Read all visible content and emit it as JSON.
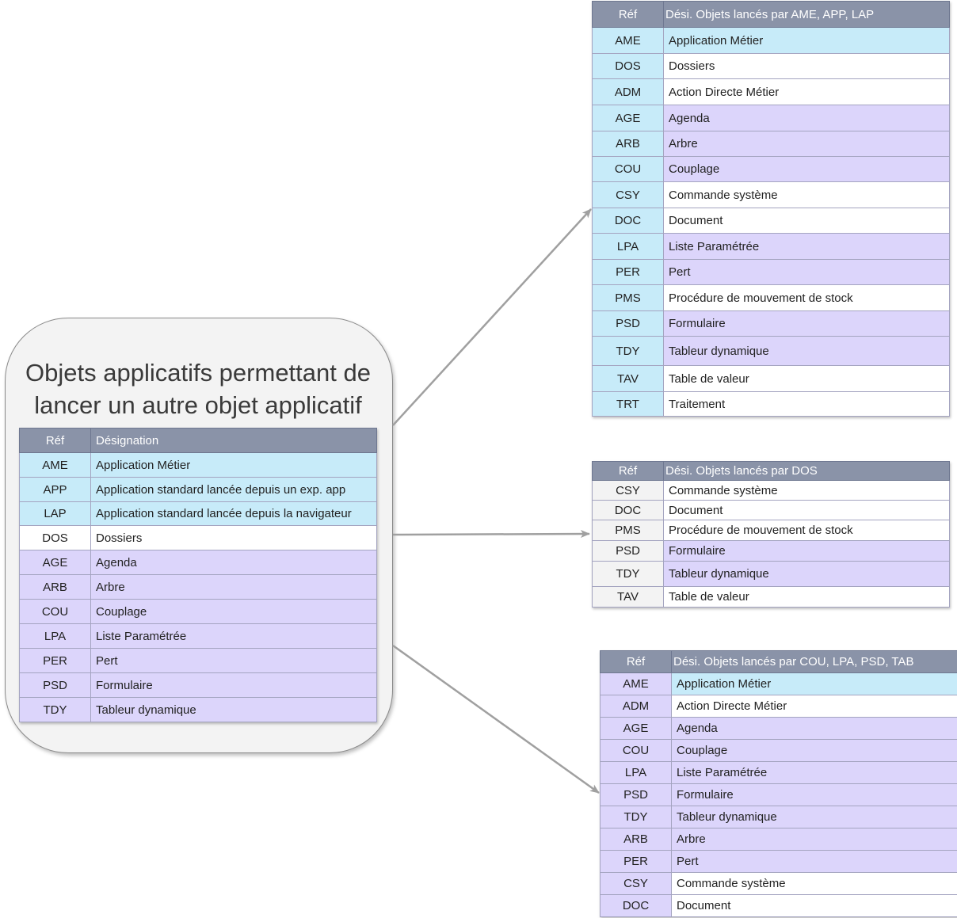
{
  "colors": {
    "header": "#8a93a8",
    "blue": "#c7ebf9",
    "lavender": "#dcd5fb",
    "white": "#ffffff",
    "gray": "#f3f3f3",
    "arrow": "#a0a0a0"
  },
  "main": {
    "title": "Objets applicatifs permettant de\nlancer un autre objet applicatif",
    "header": {
      "ref": "Réf",
      "designation": "Désignation"
    },
    "rows": [
      {
        "ref": "AME",
        "label": "Application Métier",
        "color": "blue"
      },
      {
        "ref": "APP",
        "label": "Application standard lancée depuis un exp. app",
        "color": "blue"
      },
      {
        "ref": "LAP",
        "label": " Application standard lancée depuis la navigateur",
        "color": "blue"
      },
      {
        "ref": "DOS",
        "label": "Dossiers",
        "color": "white"
      },
      {
        "ref": "AGE",
        "label": "Agenda",
        "color": "lav"
      },
      {
        "ref": "ARB",
        "label": "Arbre",
        "color": "lav"
      },
      {
        "ref": "COU",
        "label": "Couplage",
        "color": "lav"
      },
      {
        "ref": "LPA",
        "label": "Liste Paramétrée",
        "color": "lav"
      },
      {
        "ref": "PER",
        "label": "Pert",
        "color": "lav"
      },
      {
        "ref": "PSD",
        "label": "Formulaire",
        "color": "lav"
      },
      {
        "ref": "TDY",
        "label": "Tableur dynamique",
        "color": "lav"
      }
    ]
  },
  "table_ame": {
    "header": {
      "ref": "Réf",
      "designation": "Dési. Objets lancés par AME, APP, LAP"
    },
    "rows": [
      {
        "ref": "AME",
        "label": "Application Métier",
        "color": "blue",
        "ref_color": "blue"
      },
      {
        "ref": "DOS",
        "label": "Dossiers",
        "color": "white",
        "ref_color": "blue"
      },
      {
        "ref": "ADM",
        "label": "Action Directe Métier",
        "color": "white",
        "ref_color": "blue"
      },
      {
        "ref": "AGE",
        "label": "Agenda",
        "color": "lav",
        "ref_color": "blue"
      },
      {
        "ref": "ARB",
        "label": "Arbre",
        "color": "lav",
        "ref_color": "blue"
      },
      {
        "ref": "COU",
        "label": "Couplage",
        "color": "lav",
        "ref_color": "blue"
      },
      {
        "ref": "CSY",
        "label": "Commande système",
        "color": "white",
        "ref_color": "blue"
      },
      {
        "ref": "DOC",
        "label": "Document",
        "color": "white",
        "ref_color": "blue"
      },
      {
        "ref": "LPA",
        "label": "Liste Paramétrée",
        "color": "lav",
        "ref_color": "blue"
      },
      {
        "ref": "PER",
        "label": "Pert",
        "color": "lav",
        "ref_color": "blue"
      },
      {
        "ref": "PMS",
        "label": "Procédure de mouvement de stock",
        "color": "white",
        "ref_color": "blue"
      },
      {
        "ref": "PSD",
        "label": "Formulaire",
        "color": "lav",
        "ref_color": "blue"
      },
      {
        "ref": "TDY",
        "label": "Tableur dynamique",
        "color": "lav",
        "ref_color": "blue"
      },
      {
        "ref": "TAV",
        "label": "Table de valeur",
        "color": "white",
        "ref_color": "blue"
      },
      {
        "ref": "TRT",
        "label": "Traitement",
        "color": "white",
        "ref_color": "blue"
      }
    ]
  },
  "table_dos": {
    "header": {
      "ref": "Réf",
      "designation": "Dési. Objets lancés par DOS"
    },
    "rows": [
      {
        "ref": "CSY",
        "label": "Commande système",
        "color": "white",
        "ref_color": "gray"
      },
      {
        "ref": "DOC",
        "label": "Document",
        "color": "white",
        "ref_color": "gray"
      },
      {
        "ref": "PMS",
        "label": "Procédure de mouvement de stock",
        "color": "white",
        "ref_color": "gray"
      },
      {
        "ref": "PSD",
        "label": "Formulaire",
        "color": "lav",
        "ref_color": "gray"
      },
      {
        "ref": "TDY",
        "label": "Tableur dynamique",
        "color": "lav",
        "ref_color": "gray"
      },
      {
        "ref": "TAV",
        "label": "Table de valeur",
        "color": "white",
        "ref_color": "gray"
      }
    ]
  },
  "table_cou": {
    "header": {
      "ref": "Réf",
      "designation": "Dési. Objets lancés par COU, LPA, PSD, TAB"
    },
    "rows": [
      {
        "ref": "AME",
        "label": "Application Métier",
        "color": "blue",
        "ref_color": "lav"
      },
      {
        "ref": "ADM",
        "label": "Action Directe Métier",
        "color": "white",
        "ref_color": "lav"
      },
      {
        "ref": "AGE",
        "label": "Agenda",
        "color": "lav",
        "ref_color": "lav"
      },
      {
        "ref": "COU",
        "label": "Couplage",
        "color": "lav",
        "ref_color": "lav"
      },
      {
        "ref": "LPA",
        "label": "Liste Paramétrée",
        "color": "lav",
        "ref_color": "lav"
      },
      {
        "ref": "PSD",
        "label": "Formulaire",
        "color": "lav",
        "ref_color": "lav"
      },
      {
        "ref": "TDY",
        "label": "Tableur dynamique",
        "color": "lav",
        "ref_color": "lav"
      },
      {
        "ref": "ARB",
        "label": "Arbre",
        "color": "lav",
        "ref_color": "lav"
      },
      {
        "ref": "PER",
        "label": "Pert",
        "color": "lav",
        "ref_color": "lav"
      },
      {
        "ref": "CSY",
        "label": " Commande système",
        "color": "white",
        "ref_color": "lav"
      },
      {
        "ref": "DOC",
        "label": " Document",
        "color": "white",
        "ref_color": "lav"
      }
    ]
  }
}
